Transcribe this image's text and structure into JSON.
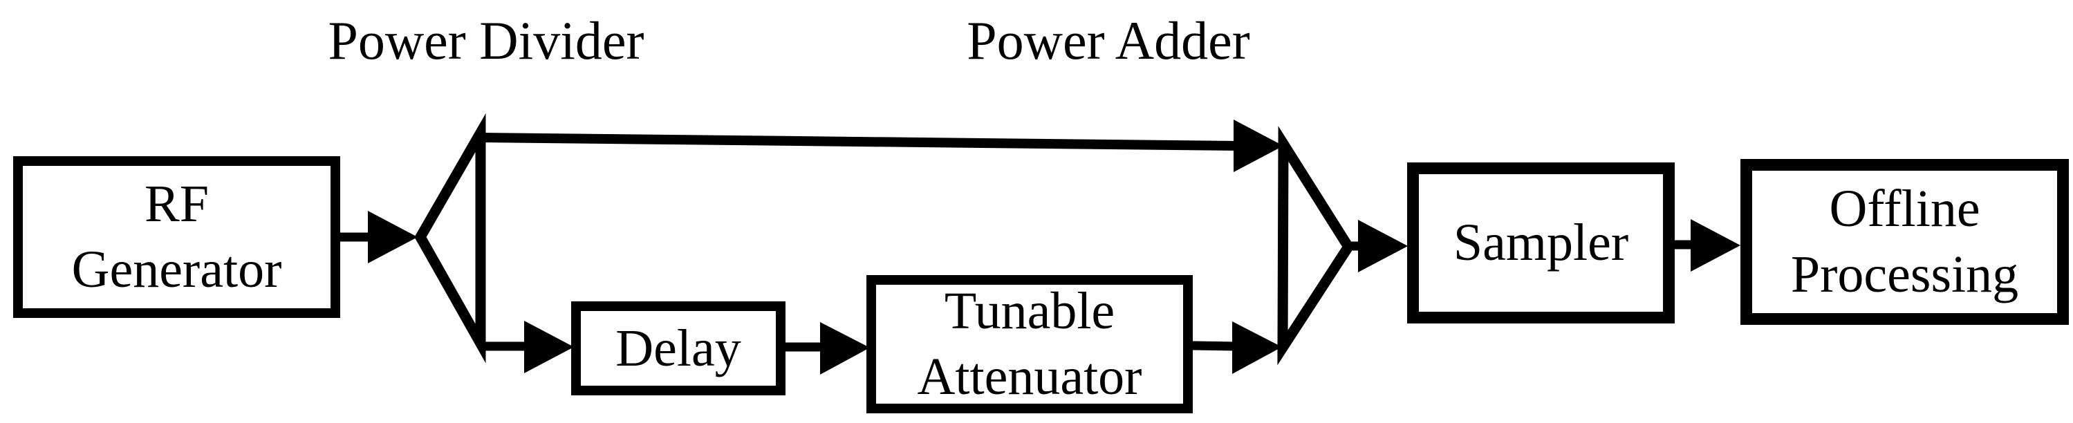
{
  "diagram": {
    "headings": {
      "power_divider": "Power Divider",
      "power_adder": "Power Adder"
    },
    "blocks": {
      "rf_generator": {
        "line1": "RF",
        "line2": "Generator"
      },
      "delay": {
        "line1": "Delay"
      },
      "tunable_attenuator": {
        "line1": "Tunable",
        "line2": "Attenuator"
      },
      "sampler": {
        "line1": "Sampler"
      },
      "offline_processing": {
        "line1": "Offline",
        "line2": "Processing"
      }
    },
    "symbols": {
      "power_divider": "open-triangle-apex-left",
      "power_adder": "open-triangle-apex-right"
    },
    "colors": {
      "stroke": "#000000",
      "background": "#ffffff",
      "box_fill": "#ffffff"
    }
  }
}
